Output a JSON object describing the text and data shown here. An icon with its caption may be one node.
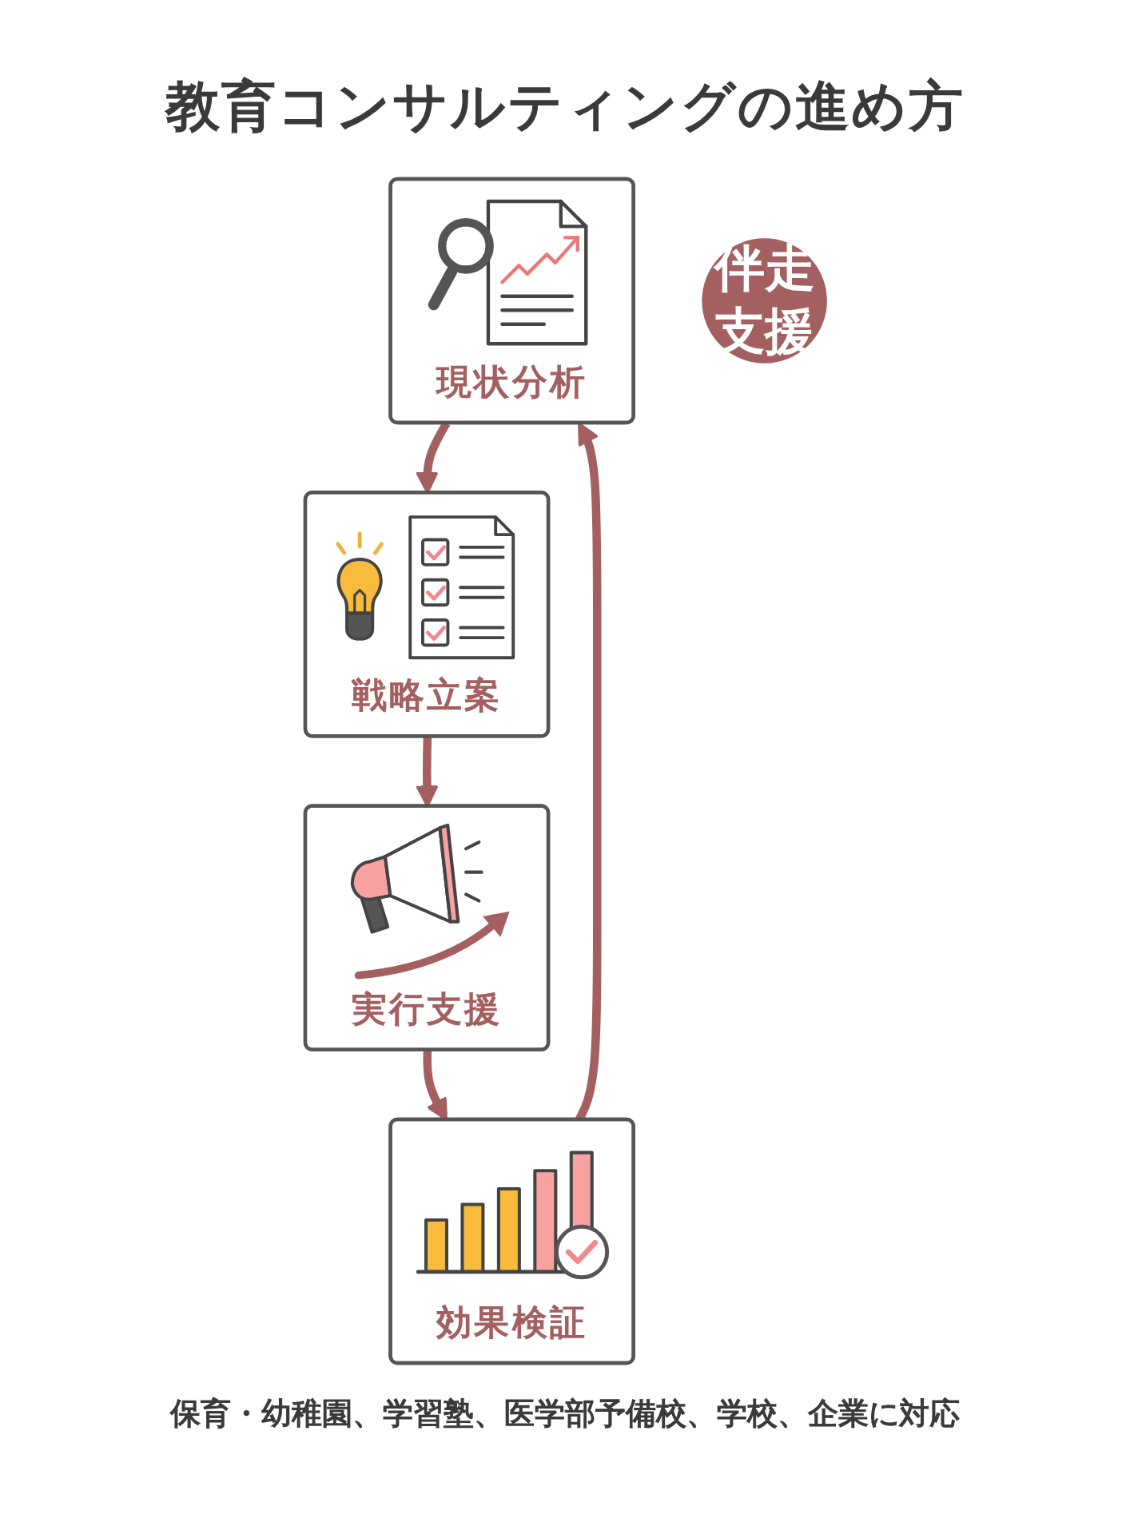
{
  "diagram": {
    "title": "教育コンサルティングの進め方",
    "nodes": [
      {
        "text": [
          "現状分析"
        ]
      },
      {
        "text": [
          "戦略立案"
        ]
      },
      {
        "text": [
          "実行支援"
        ]
      },
      {
        "text": [
          "効果検証"
        ]
      },
      {
        "text": [
          "伴走支援"
        ]
      }
    ],
    "edges": [
      {
        "from": 0,
        "to": 1,
        "arrow": "to"
      },
      {
        "from": 1,
        "to": 2,
        "arrow": "to"
      },
      {
        "from": 2,
        "to": 3,
        "arrow": "to"
      },
      {
        "from": 3,
        "to": 0,
        "arrow": "to"
      }
    ],
    "caption": "保育・幼稚園、学習塾、医学部予備校、学校、企業に対応"
  }
}
